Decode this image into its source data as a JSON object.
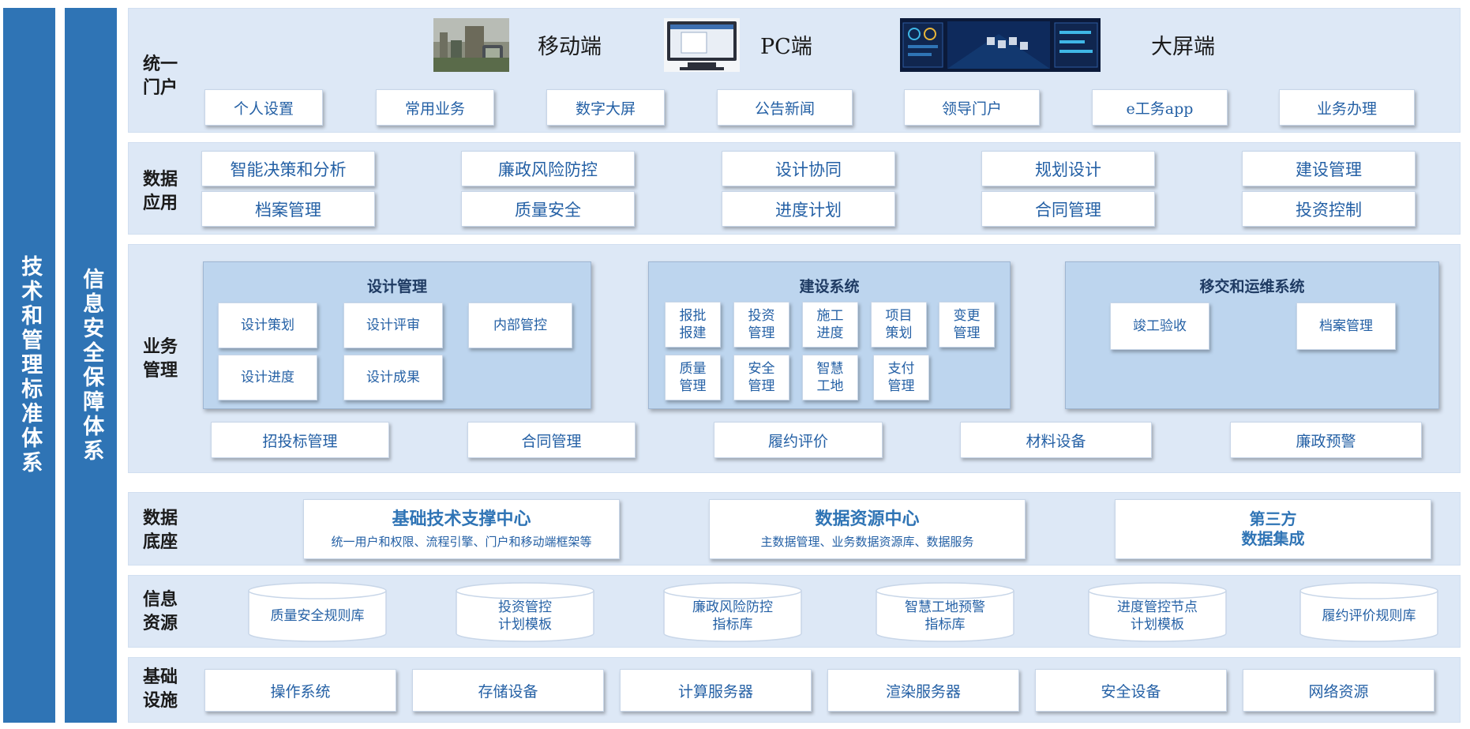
{
  "side_bars": [
    "技术和管理标准体系",
    "信息安全保障体系"
  ],
  "portal": {
    "label": "统一门户",
    "channels": [
      "移动端",
      "PC端",
      "大屏端"
    ],
    "items": [
      "个人设置",
      "常用业务",
      "数字大屏",
      "公告新闻",
      "领导门户",
      "e工务app",
      "业务办理"
    ]
  },
  "data_app": {
    "label": "数据应用",
    "row1": [
      "智能决策和分析",
      "廉政风险防控",
      "设计协同",
      "规划设计",
      "建设管理"
    ],
    "row2": [
      "档案管理",
      "质量安全",
      "进度计划",
      "合同管理",
      "投资控制"
    ]
  },
  "business": {
    "label": "业务管理",
    "design": {
      "title": "设计管理",
      "items": [
        "设计策划",
        "设计评审",
        "内部管控",
        "设计进度",
        "设计成果"
      ]
    },
    "construction": {
      "title": "建设系统",
      "items": [
        [
          "报批",
          "报建"
        ],
        [
          "投资",
          "管理"
        ],
        [
          "施工",
          "进度"
        ],
        [
          "项目",
          "策划"
        ],
        [
          "变更",
          "管理"
        ],
        [
          "质量",
          "管理"
        ],
        [
          "安全",
          "管理"
        ],
        [
          "智慧",
          "工地"
        ],
        [
          "支付",
          "管理"
        ]
      ]
    },
    "handover": {
      "title": "移交和运维系统",
      "items": [
        "竣工验收",
        "档案管理"
      ]
    },
    "bottom": [
      "招投标管理",
      "合同管理",
      "履约评价",
      "材料设备",
      "廉政预警"
    ]
  },
  "data_base": {
    "label": "数据底座",
    "centers": [
      {
        "title": "基础技术支撑中心",
        "subtitle": "统一用户和权限、流程引擎、门户和移动端框架等"
      },
      {
        "title": "数据资源中心",
        "subtitle": "主数据管理、业务数据资源库、数据服务"
      },
      {
        "title": "第三方",
        "title2": "数据集成"
      }
    ]
  },
  "info_res": {
    "label": "信息资源",
    "items": [
      [
        "质量安全规则库"
      ],
      [
        "投资管控",
        "计划模板"
      ],
      [
        "廉政风险防控",
        "指标库"
      ],
      [
        "智慧工地预警",
        "指标库"
      ],
      [
        "进度管控节点",
        "计划模板"
      ],
      [
        "履约评价规则库"
      ]
    ]
  },
  "infra": {
    "label": "基础设施",
    "items": [
      "操作系统",
      "存储设备",
      "计算服务器",
      "渲染服务器",
      "安全设备",
      "网络资源"
    ]
  },
  "colors": {
    "side_bar": "#2f74b5",
    "band": "#dde8f6",
    "group": "#bdd5ee",
    "text_blue": "#2460a5"
  }
}
